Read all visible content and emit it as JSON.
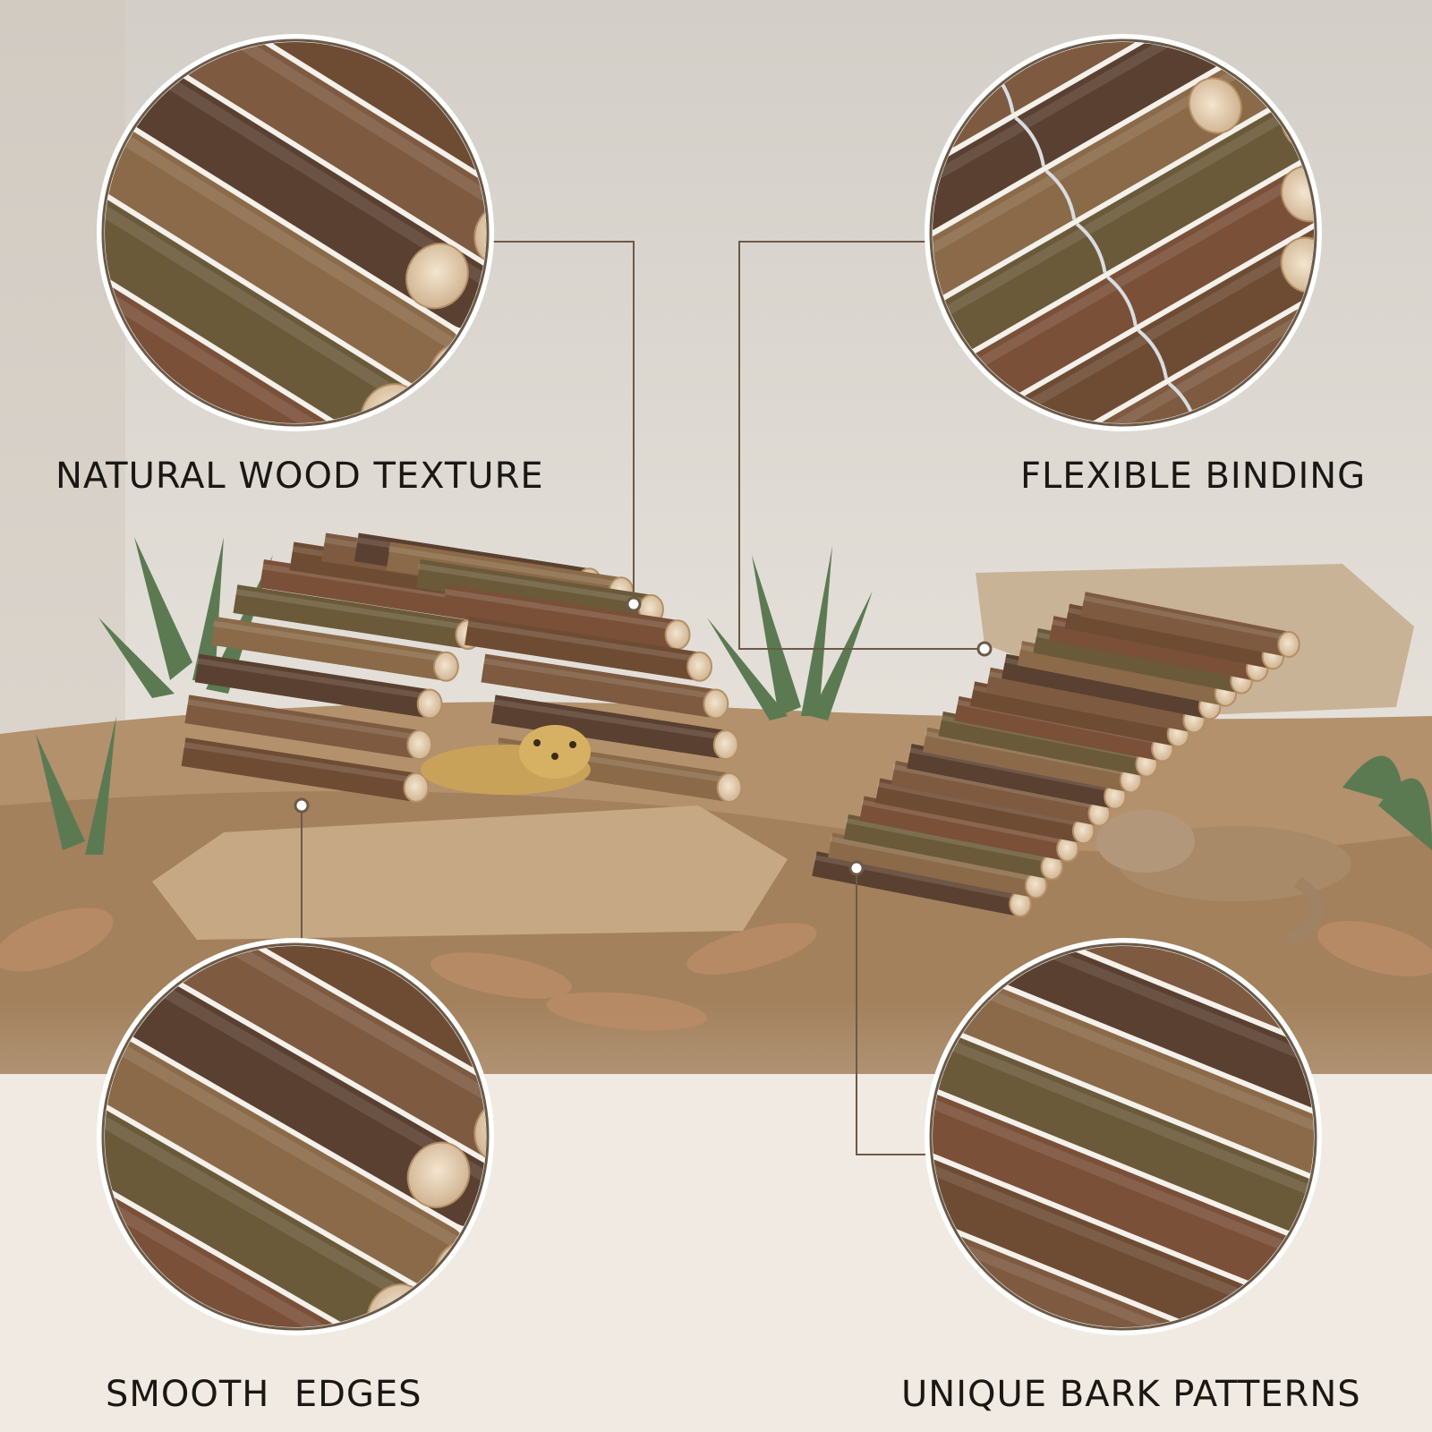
{
  "features": {
    "top_left": "NATURAL WOOD TEXTURE",
    "top_right": "FLEXIBLE BINDING",
    "bottom_left": "SMOOTH  EDGES",
    "bottom_right": "UNIQUE BARK PATTERNS"
  },
  "colors": {
    "callout_line": "#6b5a48",
    "circle_border": "#ffffff",
    "bark_dark": "#5a4030",
    "bark_mid": "#7d5a40",
    "cut_end": "#e6d3b6",
    "sand": "#b89a76",
    "wall": "#d9d2c8"
  },
  "icons": [
    "zoom-circle-bark",
    "zoom-circle-wire-binding",
    "zoom-circle-cut-ends",
    "zoom-circle-bark-variety"
  ]
}
